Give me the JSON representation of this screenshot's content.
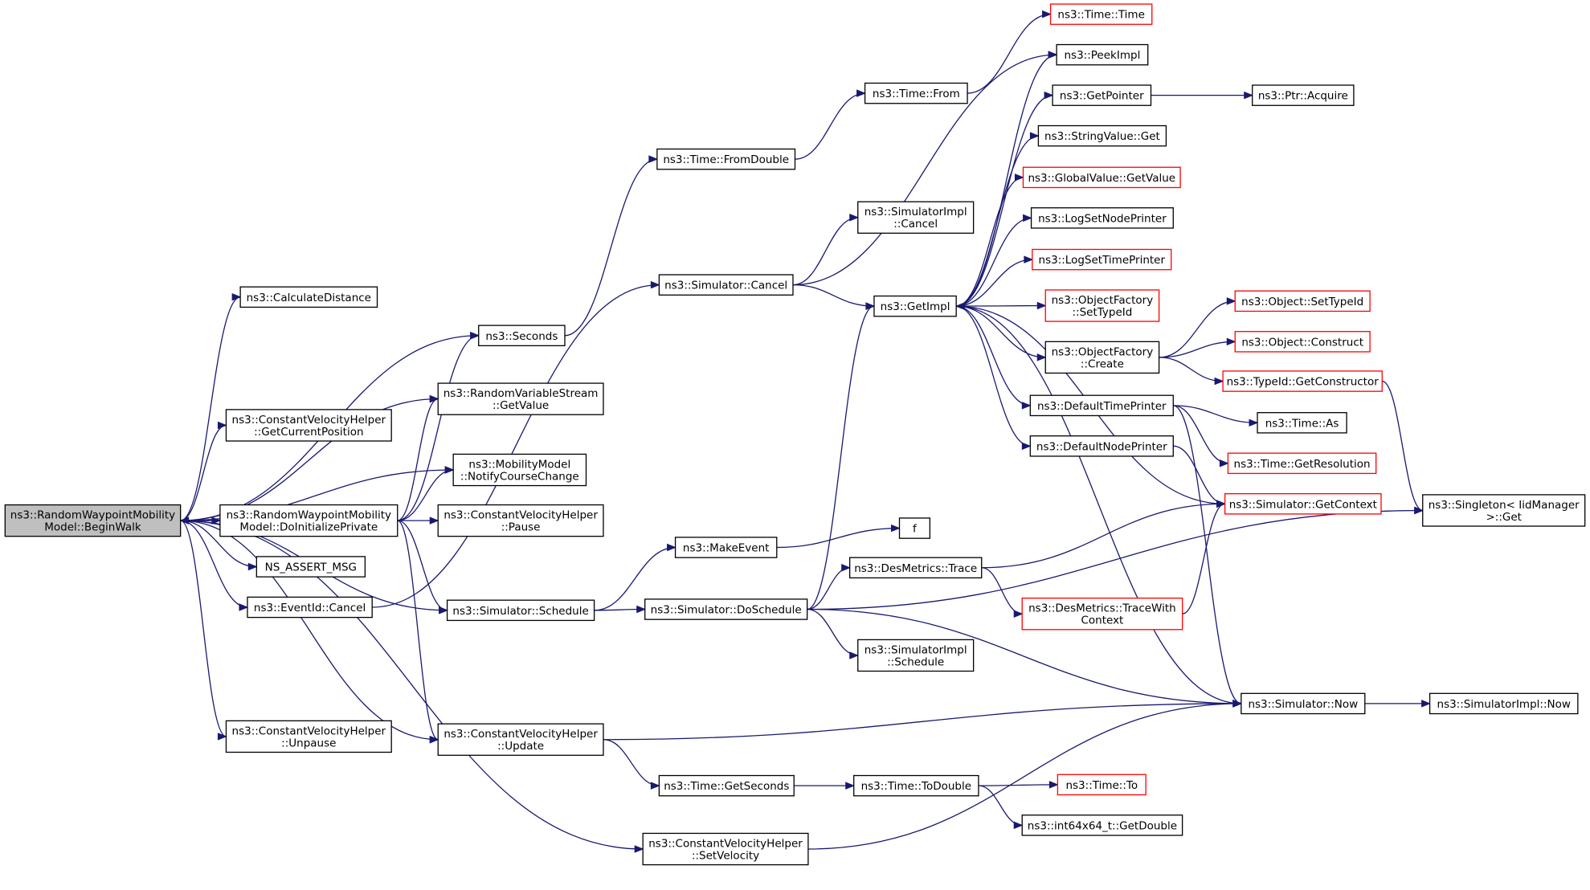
{
  "root": "n_root",
  "nodes": [
    {
      "id": "n_root",
      "lines": [
        "ns3::RandomWaypointMobility",
        "Model::BeginWalk"
      ],
      "style": "root"
    },
    {
      "id": "n_calcdist",
      "lines": [
        "ns3::CalculateDistance"
      ],
      "style": "normal"
    },
    {
      "id": "n_seconds",
      "lines": [
        "ns3::Seconds"
      ],
      "style": "normal"
    },
    {
      "id": "n_rvsget",
      "lines": [
        "ns3::RandomVariableStream",
        "::GetValue"
      ],
      "style": "normal"
    },
    {
      "id": "n_cvh_getpos",
      "lines": [
        "ns3::ConstantVelocityHelper",
        "::GetCurrentPosition"
      ],
      "style": "normal"
    },
    {
      "id": "n_notify",
      "lines": [
        "ns3::MobilityModel",
        "::NotifyCourseChange"
      ],
      "style": "normal"
    },
    {
      "id": "n_doinit",
      "lines": [
        "ns3::RandomWaypointMobility",
        "Model::DoInitializePrivate"
      ],
      "style": "normal"
    },
    {
      "id": "n_pause",
      "lines": [
        "ns3::ConstantVelocityHelper",
        "::Pause"
      ],
      "style": "normal"
    },
    {
      "id": "n_assert",
      "lines": [
        "NS_ASSERT_MSG"
      ],
      "style": "normal"
    },
    {
      "id": "n_eventcancel",
      "lines": [
        "ns3::EventId::Cancel"
      ],
      "style": "normal"
    },
    {
      "id": "n_schedule",
      "lines": [
        "ns3::Simulator::Schedule"
      ],
      "style": "normal"
    },
    {
      "id": "n_unpause",
      "lines": [
        "ns3::ConstantVelocityHelper",
        "::Unpause"
      ],
      "style": "normal"
    },
    {
      "id": "n_update",
      "lines": [
        "ns3::ConstantVelocityHelper",
        "::Update"
      ],
      "style": "normal"
    },
    {
      "id": "n_setvel",
      "lines": [
        "ns3::ConstantVelocityHelper",
        "::SetVelocity"
      ],
      "style": "normal"
    },
    {
      "id": "n_fromdouble",
      "lines": [
        "ns3::Time::FromDouble"
      ],
      "style": "normal"
    },
    {
      "id": "n_simcancel",
      "lines": [
        "ns3::Simulator::Cancel"
      ],
      "style": "normal"
    },
    {
      "id": "n_makeevent",
      "lines": [
        "ns3::MakeEvent"
      ],
      "style": "normal"
    },
    {
      "id": "n_doschedule",
      "lines": [
        "ns3::Simulator::DoSchedule"
      ],
      "style": "normal"
    },
    {
      "id": "n_getseconds",
      "lines": [
        "ns3::Time::GetSeconds"
      ],
      "style": "normal"
    },
    {
      "id": "n_timefrom",
      "lines": [
        "ns3::Time::From"
      ],
      "style": "normal"
    },
    {
      "id": "n_simimplcancel",
      "lines": [
        "ns3::SimulatorImpl",
        "::Cancel"
      ],
      "style": "normal"
    },
    {
      "id": "n_getimpl",
      "lines": [
        "ns3::GetImpl"
      ],
      "style": "normal"
    },
    {
      "id": "n_destrace",
      "lines": [
        "ns3::DesMetrics::Trace"
      ],
      "style": "normal"
    },
    {
      "id": "n_simimplsched",
      "lines": [
        "ns3::SimulatorImpl",
        "::Schedule"
      ],
      "style": "normal"
    },
    {
      "id": "n_todouble",
      "lines": [
        "ns3::Time::ToDouble"
      ],
      "style": "normal"
    },
    {
      "id": "n_f",
      "lines": [
        "f"
      ],
      "style": "normal"
    },
    {
      "id": "n_timetime",
      "lines": [
        "ns3::Time::Time"
      ],
      "style": "red"
    },
    {
      "id": "n_peekimpl",
      "lines": [
        "ns3::PeekImpl"
      ],
      "style": "normal"
    },
    {
      "id": "n_getpointer",
      "lines": [
        "ns3::GetPointer"
      ],
      "style": "normal"
    },
    {
      "id": "n_stringget",
      "lines": [
        "ns3::StringValue::Get"
      ],
      "style": "normal"
    },
    {
      "id": "n_globalget",
      "lines": [
        "ns3::GlobalValue::GetValue"
      ],
      "style": "red"
    },
    {
      "id": "n_lognode",
      "lines": [
        "ns3::LogSetNodePrinter"
      ],
      "style": "normal"
    },
    {
      "id": "n_logtime",
      "lines": [
        "ns3::LogSetTimePrinter"
      ],
      "style": "red"
    },
    {
      "id": "n_ofsettype",
      "lines": [
        "ns3::ObjectFactory",
        "::SetTypeId"
      ],
      "style": "red"
    },
    {
      "id": "n_ofcreate",
      "lines": [
        "ns3::ObjectFactory",
        "::Create"
      ],
      "style": "normal"
    },
    {
      "id": "n_deftime",
      "lines": [
        "ns3::DefaultTimePrinter"
      ],
      "style": "normal"
    },
    {
      "id": "n_defnode",
      "lines": [
        "ns3::DefaultNodePrinter"
      ],
      "style": "normal"
    },
    {
      "id": "n_tracewith",
      "lines": [
        "ns3::DesMetrics::TraceWith",
        "Context"
      ],
      "style": "red"
    },
    {
      "id": "n_simnow",
      "lines": [
        "ns3::Simulator::Now"
      ],
      "style": "normal"
    },
    {
      "id": "n_timeto",
      "lines": [
        "ns3::Time::To"
      ],
      "style": "red"
    },
    {
      "id": "n_getdouble",
      "lines": [
        "ns3::int64x64_t::GetDouble"
      ],
      "style": "normal"
    },
    {
      "id": "n_ptracq",
      "lines": [
        "ns3::Ptr::Acquire"
      ],
      "style": "normal"
    },
    {
      "id": "n_objsettype",
      "lines": [
        "ns3::Object::SetTypeId"
      ],
      "style": "red"
    },
    {
      "id": "n_objconstruct",
      "lines": [
        "ns3::Object::Construct"
      ],
      "style": "red"
    },
    {
      "id": "n_getctor",
      "lines": [
        "ns3::TypeId::GetConstructor"
      ],
      "style": "red"
    },
    {
      "id": "n_timeas",
      "lines": [
        "ns3::Time::As"
      ],
      "style": "normal"
    },
    {
      "id": "n_getres",
      "lines": [
        "ns3::Time::GetResolution"
      ],
      "style": "red"
    },
    {
      "id": "n_getcontext",
      "lines": [
        "ns3::Simulator::GetContext"
      ],
      "style": "red"
    },
    {
      "id": "n_singleton",
      "lines": [
        "ns3::Singleton< IidManager",
        " >::Get"
      ],
      "style": "normal"
    },
    {
      "id": "n_simimplnow",
      "lines": [
        "ns3::SimulatorImpl::Now"
      ],
      "style": "normal"
    }
  ],
  "edges": [
    [
      "n_root",
      "n_calcdist"
    ],
    [
      "n_root",
      "n_seconds"
    ],
    [
      "n_root",
      "n_rvsget"
    ],
    [
      "n_root",
      "n_cvh_getpos"
    ],
    [
      "n_root",
      "n_notify"
    ],
    [
      "n_root",
      "n_doinit"
    ],
    [
      "n_root",
      "n_assert"
    ],
    [
      "n_root",
      "n_eventcancel"
    ],
    [
      "n_root",
      "n_schedule"
    ],
    [
      "n_root",
      "n_unpause"
    ],
    [
      "n_root",
      "n_update"
    ],
    [
      "n_root",
      "n_setvel"
    ],
    [
      "n_doinit",
      "n_root"
    ],
    [
      "n_doinit",
      "n_seconds"
    ],
    [
      "n_doinit",
      "n_rvsget"
    ],
    [
      "n_doinit",
      "n_notify"
    ],
    [
      "n_doinit",
      "n_pause"
    ],
    [
      "n_doinit",
      "n_schedule"
    ],
    [
      "n_doinit",
      "n_update"
    ],
    [
      "n_seconds",
      "n_fromdouble"
    ],
    [
      "n_fromdouble",
      "n_timefrom"
    ],
    [
      "n_timefrom",
      "n_timetime"
    ],
    [
      "n_eventcancel",
      "n_simcancel"
    ],
    [
      "n_simcancel",
      "n_simimplcancel"
    ],
    [
      "n_simcancel",
      "n_getimpl"
    ],
    [
      "n_simcancel",
      "n_peekimpl"
    ],
    [
      "n_schedule",
      "n_makeevent"
    ],
    [
      "n_schedule",
      "n_doschedule"
    ],
    [
      "n_makeevent",
      "n_f"
    ],
    [
      "n_doschedule",
      "n_getimpl"
    ],
    [
      "n_doschedule",
      "n_destrace"
    ],
    [
      "n_doschedule",
      "n_simimplsched"
    ],
    [
      "n_doschedule",
      "n_simnow"
    ],
    [
      "n_doschedule",
      "n_singleton"
    ],
    [
      "n_update",
      "n_simnow"
    ],
    [
      "n_update",
      "n_getseconds"
    ],
    [
      "n_getseconds",
      "n_todouble"
    ],
    [
      "n_todouble",
      "n_timeto"
    ],
    [
      "n_todouble",
      "n_getdouble"
    ],
    [
      "n_setvel",
      "n_simnow"
    ],
    [
      "n_getimpl",
      "n_peekimpl"
    ],
    [
      "n_getimpl",
      "n_getpointer"
    ],
    [
      "n_getimpl",
      "n_stringget"
    ],
    [
      "n_getimpl",
      "n_globalget"
    ],
    [
      "n_getimpl",
      "n_lognode"
    ],
    [
      "n_getimpl",
      "n_logtime"
    ],
    [
      "n_getimpl",
      "n_ofsettype"
    ],
    [
      "n_getimpl",
      "n_ofcreate"
    ],
    [
      "n_getimpl",
      "n_deftime"
    ],
    [
      "n_getimpl",
      "n_defnode"
    ],
    [
      "n_getpointer",
      "n_ptracq"
    ],
    [
      "n_ofcreate",
      "n_objsettype"
    ],
    [
      "n_ofcreate",
      "n_objconstruct"
    ],
    [
      "n_ofcreate",
      "n_getctor"
    ],
    [
      "n_getctor",
      "n_singleton"
    ],
    [
      "n_deftime",
      "n_timeas"
    ],
    [
      "n_deftime",
      "n_getres"
    ],
    [
      "n_deftime",
      "n_simnow"
    ],
    [
      "n_defnode",
      "n_getcontext"
    ],
    [
      "n_getcontext",
      "n_getimpl"
    ],
    [
      "n_simnow",
      "n_getimpl"
    ],
    [
      "n_destrace",
      "n_getcontext"
    ],
    [
      "n_destrace",
      "n_tracewith"
    ],
    [
      "n_tracewith",
      "n_getcontext"
    ],
    [
      "n_simnow",
      "n_simimplnow"
    ]
  ]
}
